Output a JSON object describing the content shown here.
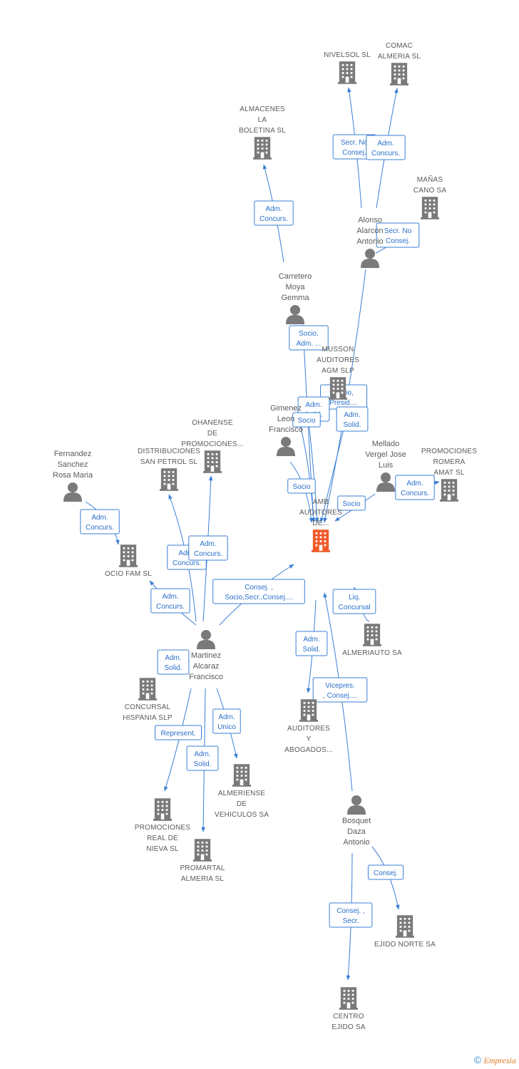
{
  "colors": {
    "edge": "#3a7fd5",
    "company": "#7a7a7a",
    "person": "#7a7a7a",
    "focus": "#f05a28"
  },
  "nodes": [
    {
      "id": "amb",
      "type": "company",
      "focus": true,
      "lines": [
        "AMB",
        "AUDITORES",
        "DE..."
      ]
    },
    {
      "id": "nivelsol",
      "type": "company",
      "lines": [
        "NIVELSOL SL"
      ]
    },
    {
      "id": "comac",
      "type": "company",
      "lines": [
        "COMAC",
        "ALMERIA SL"
      ]
    },
    {
      "id": "almacenes",
      "type": "company",
      "lines": [
        "ALMACENES",
        "LA",
        "BOLETINA SL"
      ]
    },
    {
      "id": "manas",
      "type": "company",
      "lines": [
        "MAÑAS",
        "CANO SA"
      ]
    },
    {
      "id": "alonso",
      "type": "person",
      "lines": [
        "Alonso",
        "Alarcon",
        "Antonio"
      ]
    },
    {
      "id": "carretero",
      "type": "person",
      "lines": [
        "Carretero",
        "Moya",
        "Gemma"
      ]
    },
    {
      "id": "musson",
      "type": "company",
      "lines": [
        "MUSSON",
        "AUDITORES",
        "AGM SLP"
      ]
    },
    {
      "id": "gimenez",
      "type": "person",
      "lines": [
        "Gimenez",
        "Leon",
        "Francisco"
      ]
    },
    {
      "id": "mellado",
      "type": "person",
      "lines": [
        "Mellado",
        "Vergel Jose",
        "Luis"
      ]
    },
    {
      "id": "promromera",
      "type": "company",
      "lines": [
        "PROMOCIONES",
        "ROMERA",
        "AMAT SL"
      ]
    },
    {
      "id": "ohanense",
      "type": "company",
      "lines": [
        "OHANENSE",
        "DE",
        "PROMOCIONES..."
      ]
    },
    {
      "id": "distribuciones",
      "type": "company",
      "lines": [
        "DISTRIBUCIONES",
        "SAN PETROL SL"
      ]
    },
    {
      "id": "fernandez",
      "type": "person",
      "lines": [
        "Fernandez",
        "Sanchez",
        "Rosa Maria"
      ]
    },
    {
      "id": "ociofam",
      "type": "company",
      "lines": [
        "OCIO FAM SL"
      ]
    },
    {
      "id": "martinez",
      "type": "person",
      "lines": [
        "Martinez",
        "Alcaraz",
        "Francisco"
      ]
    },
    {
      "id": "concursal",
      "type": "company",
      "lines": [
        "CONCURSAL",
        "HISPANIA SLP"
      ]
    },
    {
      "id": "almeriauto",
      "type": "company",
      "lines": [
        "ALMERIAUTO SA"
      ]
    },
    {
      "id": "auditores",
      "type": "company",
      "lines": [
        "AUDITORES",
        "Y",
        "ABOGADOS..."
      ]
    },
    {
      "id": "almeriense",
      "type": "company",
      "lines": [
        "ALMERIENSE",
        "DE",
        "VEHICULOS SA"
      ]
    },
    {
      "id": "promreal",
      "type": "company",
      "lines": [
        "PROMOCIONES",
        "REAL DE",
        "NIEVA SL"
      ]
    },
    {
      "id": "promartal",
      "type": "company",
      "lines": [
        "PROMARTAL",
        "ALMERIA SL"
      ]
    },
    {
      "id": "bosquet",
      "type": "person",
      "lines": [
        "Bosquet",
        "Daza",
        "Antonio"
      ]
    },
    {
      "id": "ejido",
      "type": "company",
      "lines": [
        "EJIDO NORTE SA"
      ]
    },
    {
      "id": "centro",
      "type": "company",
      "lines": [
        "CENTRO",
        "EJIDO SA"
      ]
    }
  ],
  "edges": [
    {
      "id": "e1",
      "lines": [
        "Secr.  No",
        "Consej."
      ]
    },
    {
      "id": "e2",
      "lines": [
        "Adm.",
        "Concurs."
      ]
    },
    {
      "id": "e3",
      "lines": [
        "Adm.",
        "Concurs."
      ]
    },
    {
      "id": "e4",
      "lines": [
        "Secr.  No",
        "Consej."
      ]
    },
    {
      "id": "e5",
      "lines": [
        "Socio,",
        "Adm. ..."
      ]
    },
    {
      "id": "e6",
      "lines": [
        "Socio,",
        "Presid...."
      ]
    },
    {
      "id": "e7",
      "lines": [
        "Adm.",
        "Solid."
      ]
    },
    {
      "id": "e8",
      "lines": [
        "Adm.",
        "Solid."
      ]
    },
    {
      "id": "e9",
      "lines": [
        "Socio"
      ]
    },
    {
      "id": "e10",
      "lines": [
        "Socio"
      ]
    },
    {
      "id": "e11",
      "lines": [
        "Socio"
      ]
    },
    {
      "id": "e12",
      "lines": [
        "Adm.",
        "Concurs."
      ]
    },
    {
      "id": "e13",
      "lines": [
        "Adm.",
        "Concurs."
      ]
    },
    {
      "id": "e14",
      "lines": [
        "Adm.",
        "Concurs."
      ]
    },
    {
      "id": "e15",
      "lines": [
        "Adm.",
        "Concurs."
      ]
    },
    {
      "id": "e16",
      "lines": [
        "Adm.",
        "Concurs."
      ]
    },
    {
      "id": "e17",
      "lines": [
        "Consej. ,",
        "Socio,Secr.,Consej...."
      ]
    },
    {
      "id": "e18",
      "lines": [
        "Liq.",
        "Concursal"
      ]
    },
    {
      "id": "e19",
      "lines": [
        "Adm.",
        "Solid."
      ]
    },
    {
      "id": "e20",
      "lines": [
        "Vicepres.",
        ", Consej...."
      ]
    },
    {
      "id": "e21",
      "lines": [
        "Adm.",
        "Solid."
      ]
    },
    {
      "id": "e22",
      "lines": [
        "Adm.",
        "Unico"
      ]
    },
    {
      "id": "e23",
      "lines": [
        "Represent."
      ]
    },
    {
      "id": "e24",
      "lines": [
        "Adm.",
        "Solid."
      ]
    },
    {
      "id": "e25",
      "lines": [
        "Consej."
      ]
    },
    {
      "id": "e26",
      "lines": [
        "Consej. ,",
        "Secr."
      ]
    }
  ],
  "footer": {
    "copyright": "©",
    "brand": "Empresia"
  }
}
